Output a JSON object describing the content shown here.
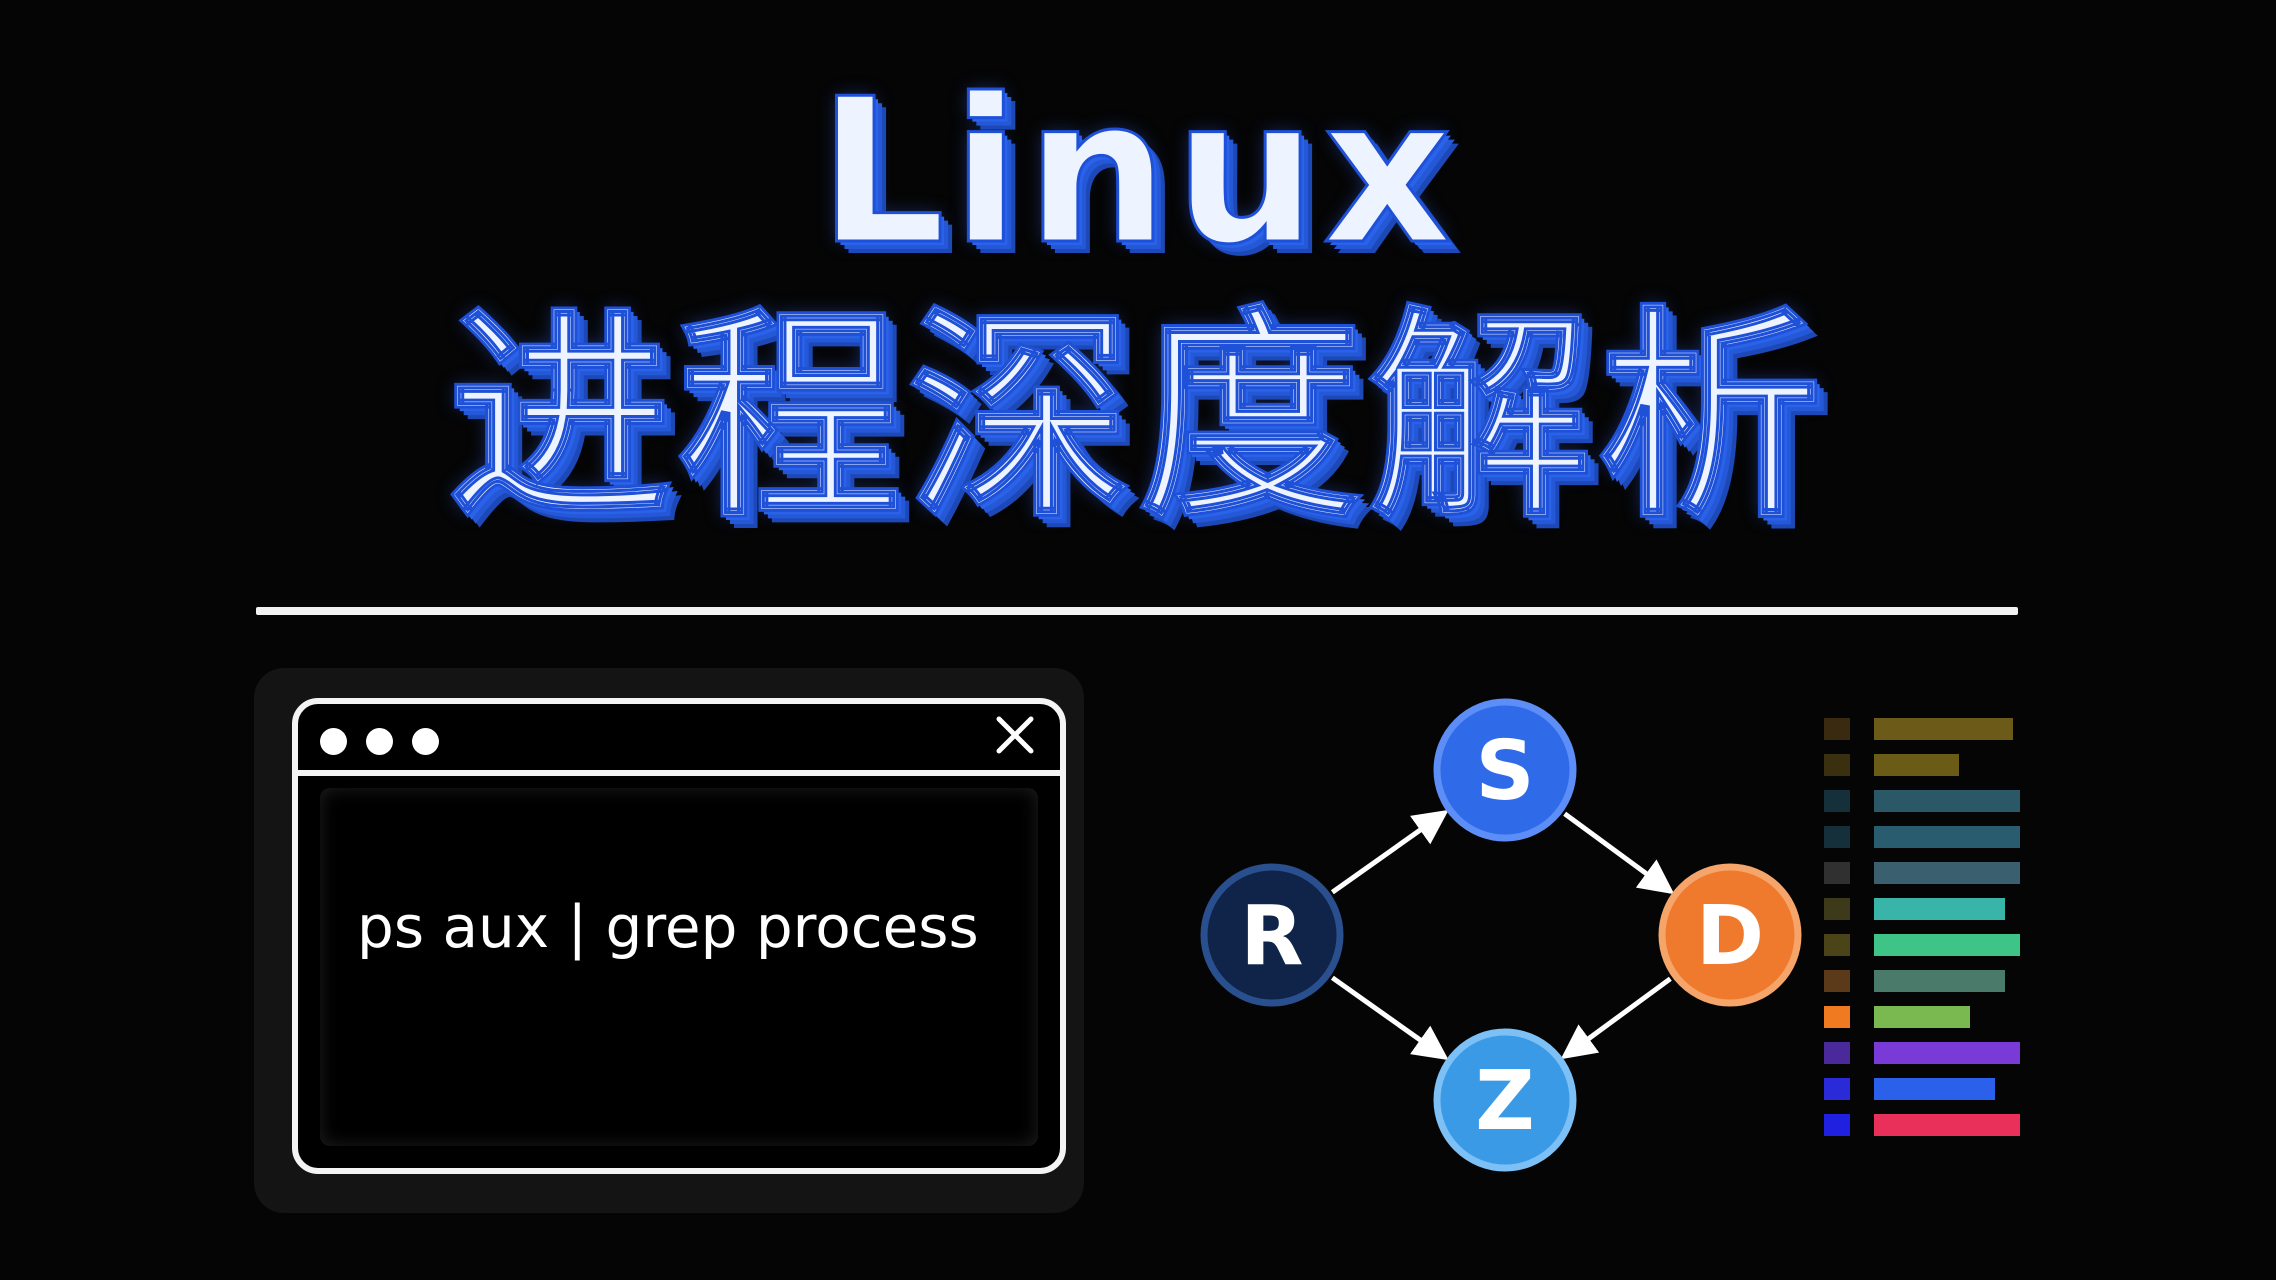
{
  "title": {
    "line1": "Linux",
    "line2": "进程深度解析"
  },
  "terminal": {
    "command": "ps aux | grep process",
    "window_dots": 3
  },
  "state_diagram": {
    "nodes": [
      {
        "id": "R",
        "label": "R",
        "color": "#0f2448",
        "border": "#2a4f8f"
      },
      {
        "id": "S",
        "label": "S",
        "color": "#2f6ae8",
        "border": "#5d8ef7"
      },
      {
        "id": "D",
        "label": "D",
        "color": "#ef7a2e",
        "border": "#f6a56a"
      },
      {
        "id": "Z",
        "label": "Z",
        "color": "#3b9ae6",
        "border": "#7cc0f6"
      }
    ],
    "edges": [
      {
        "from": "R",
        "to": "S"
      },
      {
        "from": "S",
        "to": "D"
      },
      {
        "from": "R",
        "to": "Z"
      },
      {
        "from": "D",
        "to": "Z"
      }
    ]
  },
  "side_bars": [
    {
      "swatch": "#3a2a10",
      "fill": "#6b5a18",
      "level": 0.95
    },
    {
      "swatch": "#3a3010",
      "fill": "#6a5c16",
      "level": 0.58
    },
    {
      "swatch": "#15303a",
      "fill": "#2a5866",
      "level": 1.0
    },
    {
      "swatch": "#15303a",
      "fill": "#2a5c70",
      "level": 1.0
    },
    {
      "swatch": "#303030",
      "fill": "#3a6070",
      "level": 1.0
    },
    {
      "swatch": "#3c3a18",
      "fill": "#38b4a8",
      "level": 0.9
    },
    {
      "swatch": "#4a4418",
      "fill": "#3fc488",
      "level": 1.0
    },
    {
      "swatch": "#5a3a18",
      "fill": "#4a7a6a",
      "level": 0.9
    },
    {
      "swatch": "#f07a20",
      "fill": "#7ab850",
      "level": 0.66
    },
    {
      "swatch": "#4a2a9a",
      "fill": "#7a3ad8",
      "level": 1.0
    },
    {
      "swatch": "#2a2ad8",
      "fill": "#2a60ea",
      "level": 0.83
    },
    {
      "swatch": "#2020e0",
      "fill": "#e8305a",
      "level": 1.0
    }
  ],
  "colors": {
    "background": "#050505",
    "title_fill": "#eef4ff",
    "title_shadow": "#2458d6",
    "divider": "#f2f2f2"
  }
}
